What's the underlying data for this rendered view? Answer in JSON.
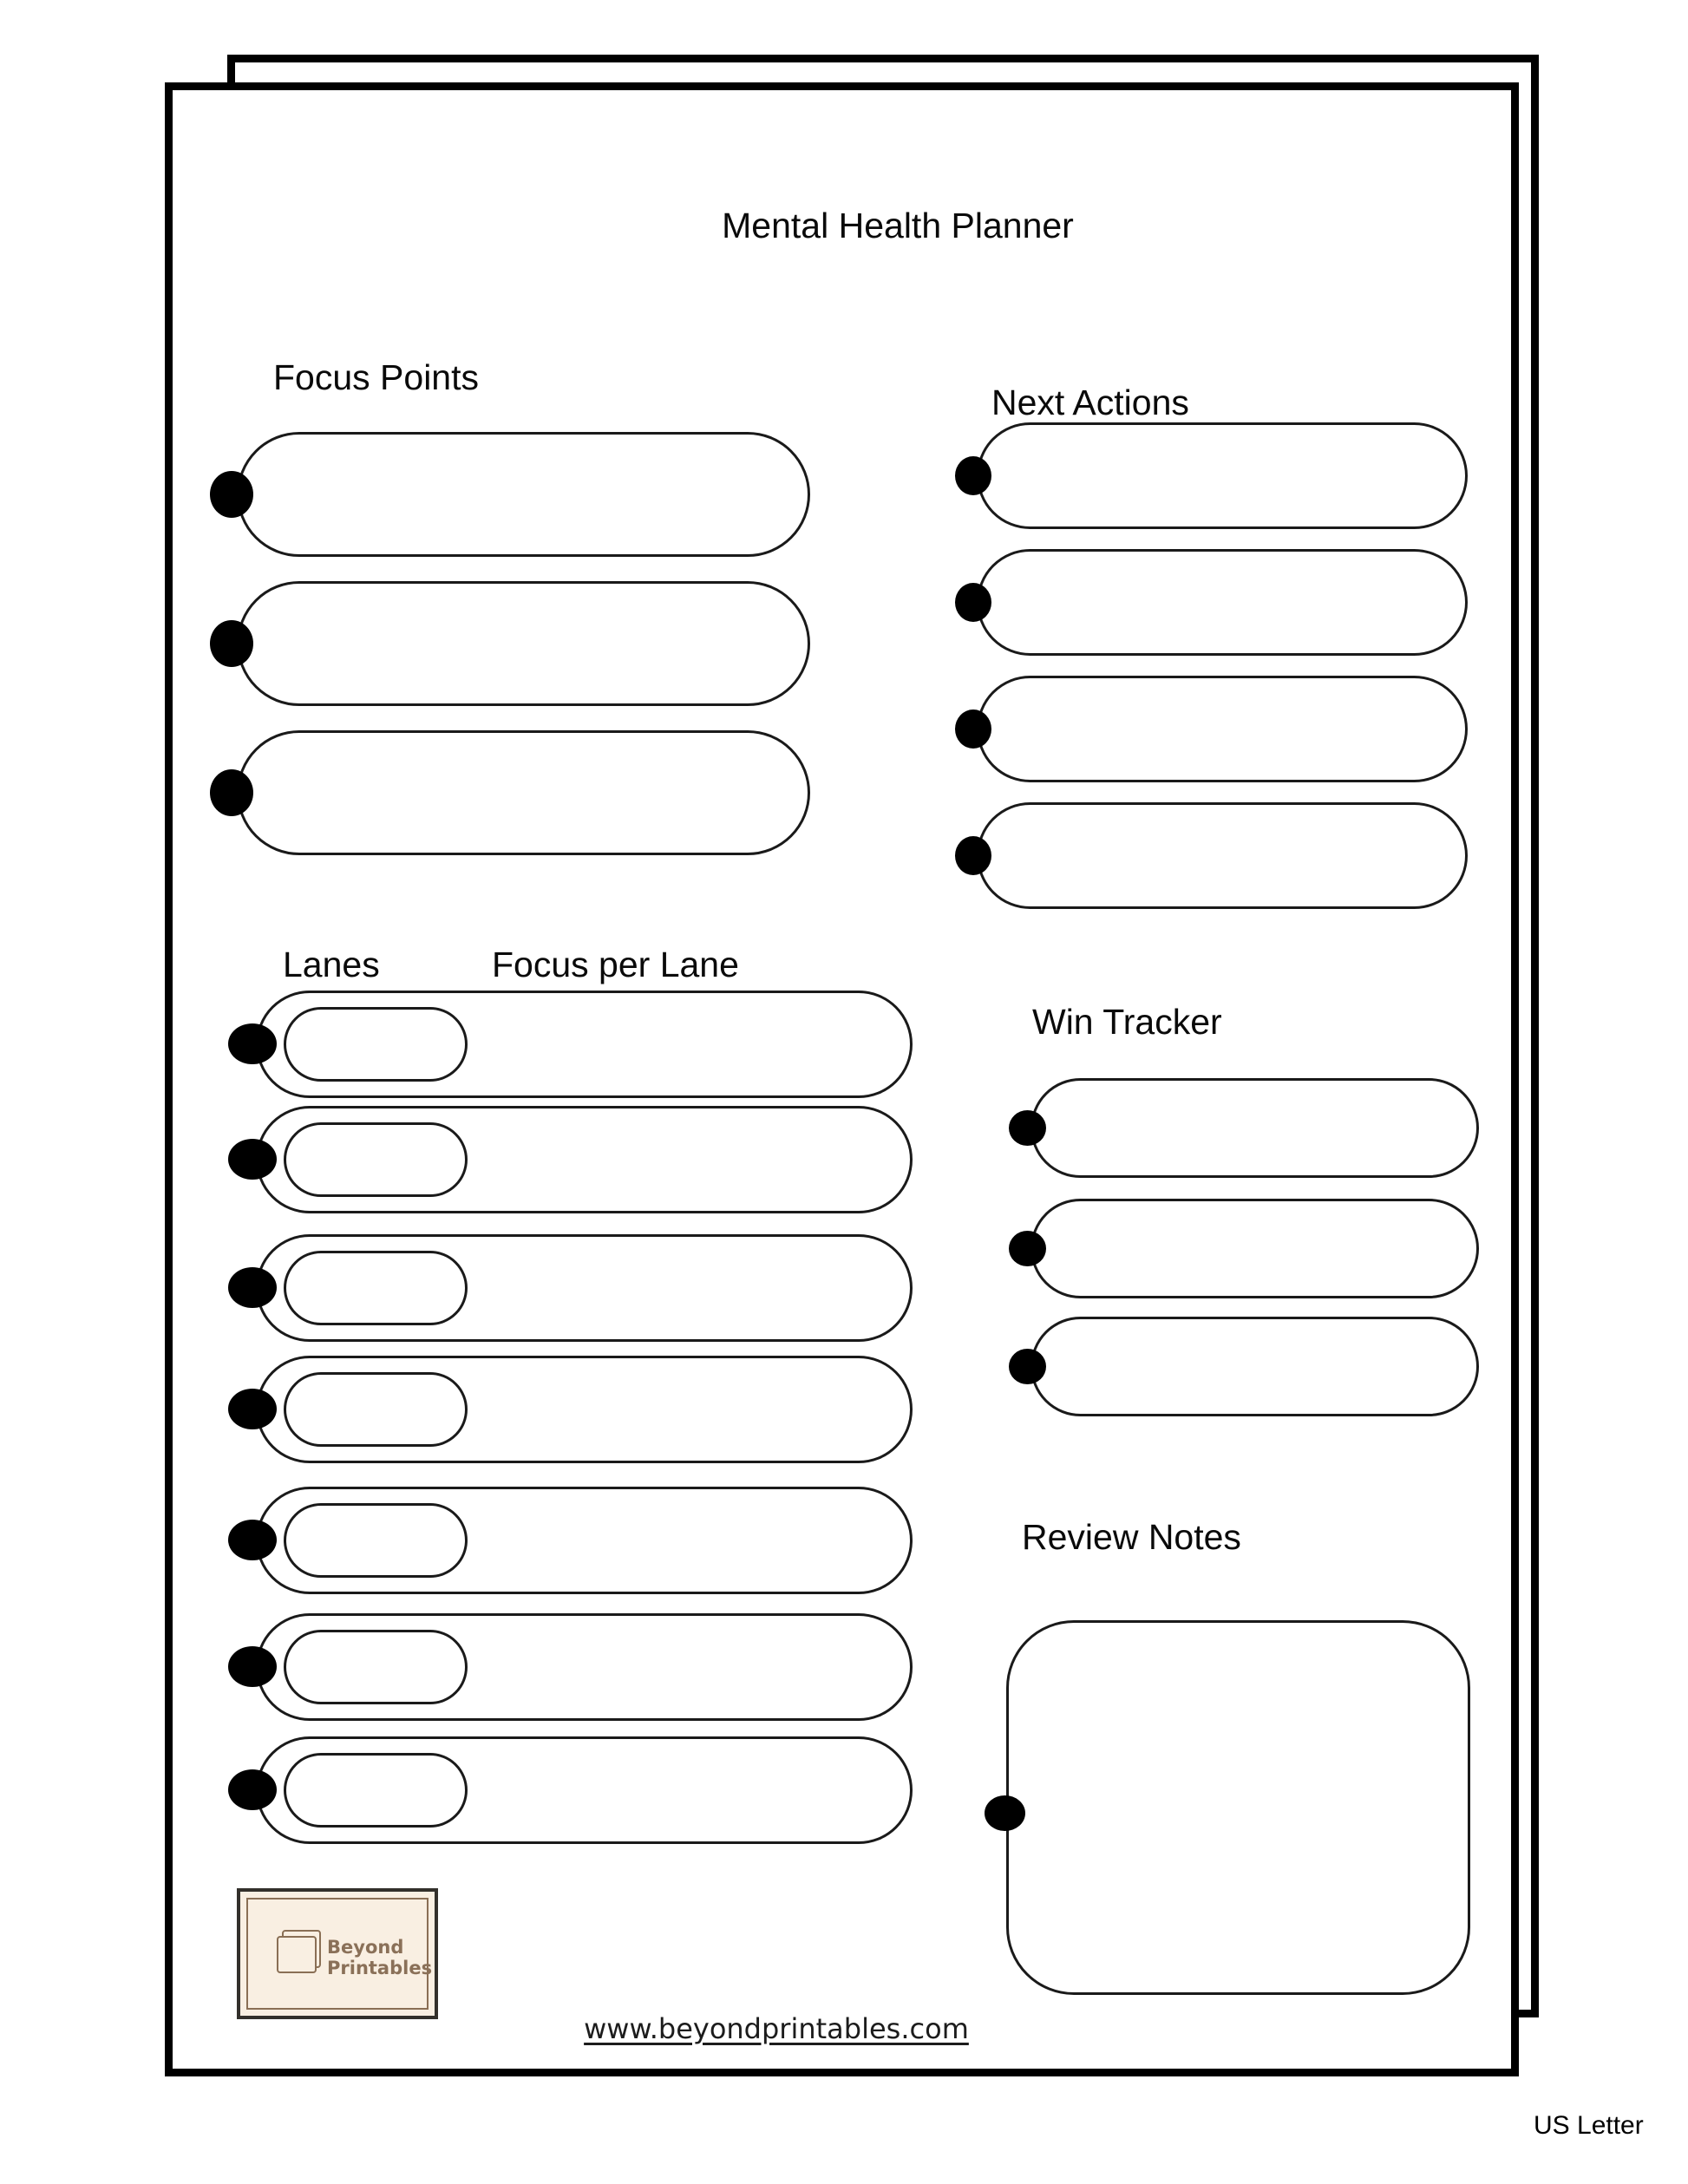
{
  "title": "Mental Health Planner",
  "sections": {
    "focus_points": {
      "heading": "Focus Points",
      "field_count": 3
    },
    "next_actions": {
      "heading": "Next Actions",
      "field_count": 4
    },
    "lanes": {
      "col1_heading": "Lanes",
      "col2_heading": "Focus per Lane",
      "row_count": 7
    },
    "win_tracker": {
      "heading": "Win Tracker",
      "field_count": 3
    },
    "review_notes": {
      "heading": "Review Notes"
    }
  },
  "branding": {
    "logo_line1": "Beyond",
    "logo_line2": "Printables",
    "website_url": "www.beyondprintables.com",
    "logo_icon": "stacked-pages-icon"
  },
  "page_meta": {
    "paper_size": "US Letter"
  },
  "colors": {
    "ink": "#1a1a1a",
    "logo_bg": "#f9efe2",
    "logo_border": "#8a6f55",
    "logo_text": "#8a7058"
  }
}
